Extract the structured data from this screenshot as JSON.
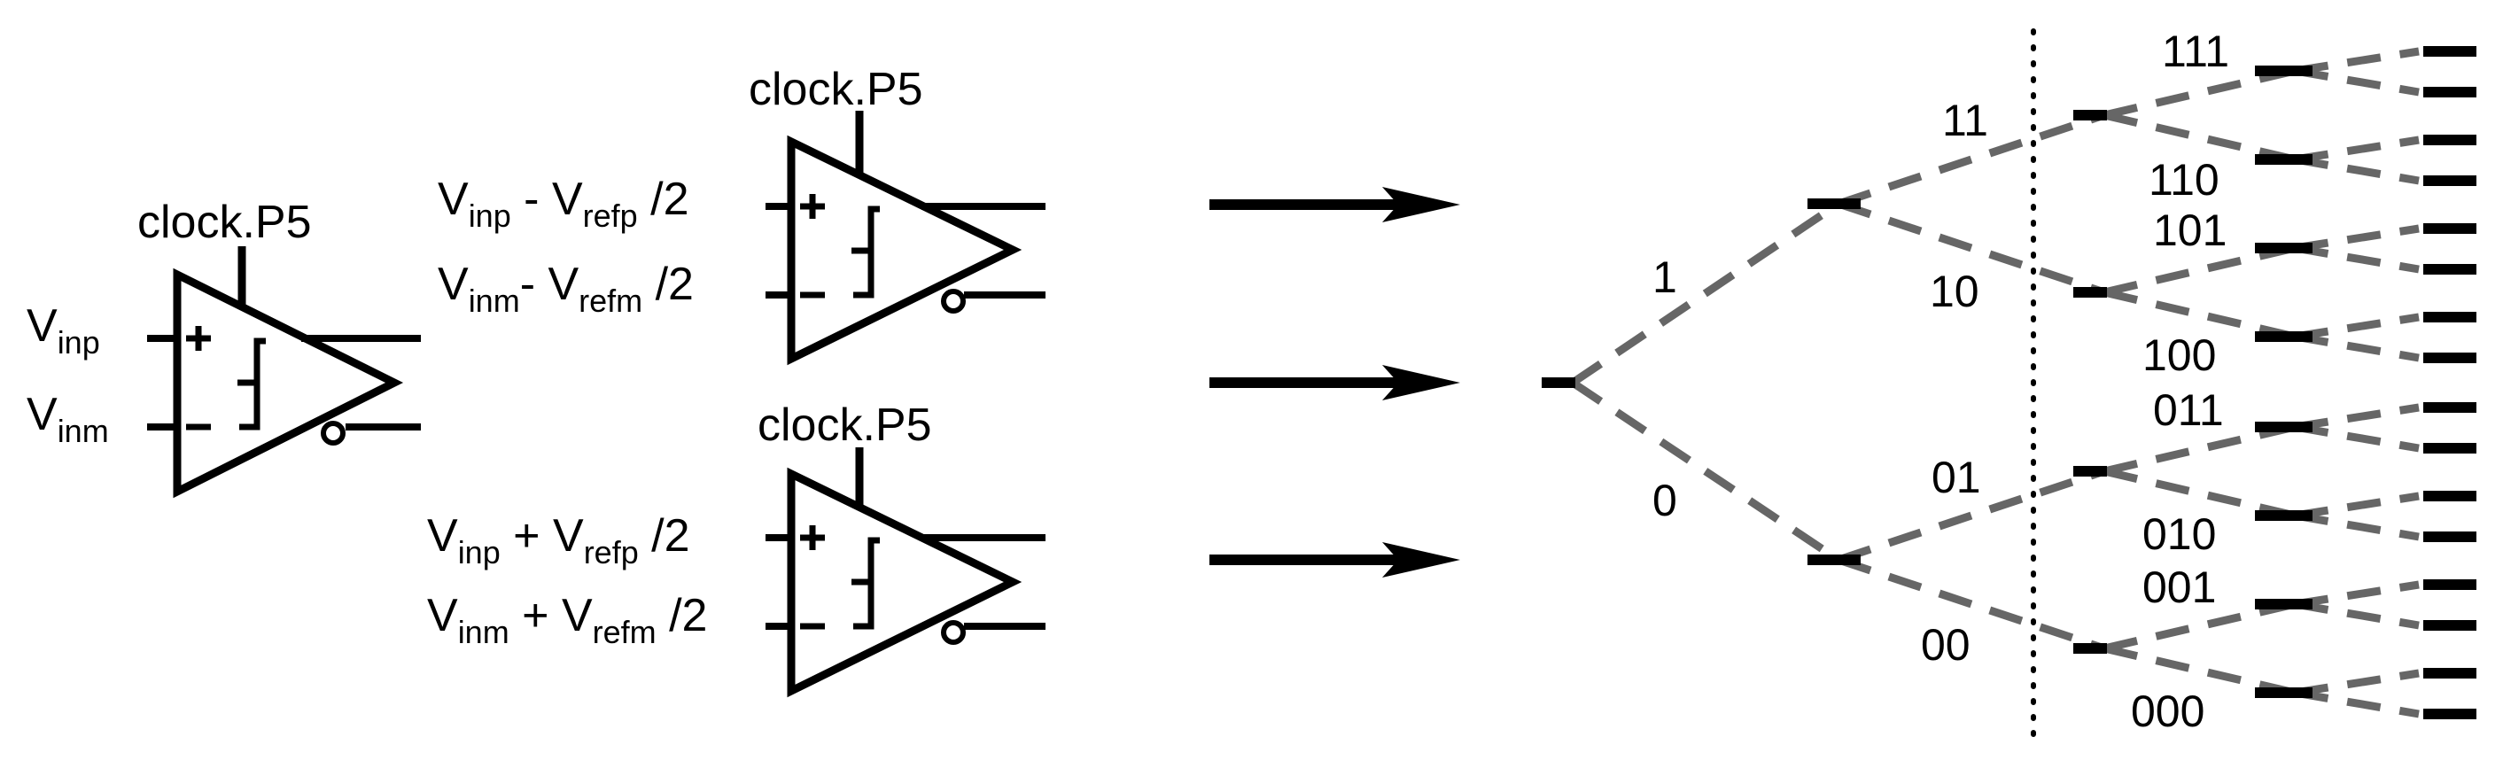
{
  "comparator_single": {
    "clock": "clock.P5",
    "input_pos": {
      "base": "V",
      "sub": "inp"
    },
    "input_neg": {
      "base": "V",
      "sub": "inm"
    }
  },
  "comparator_upper": {
    "clock": "clock.P5",
    "input_pos": {
      "base": "V",
      "sub": "inp",
      "mid": " - ",
      "base2": "V",
      "sub2": "refp",
      "tail": " /2"
    },
    "input_neg": {
      "base": "V",
      "sub": "inm",
      "mid": "- ",
      "base2": "V",
      "sub2": "refm",
      "tail": " /2"
    }
  },
  "comparator_lower": {
    "clock": "clock.P5",
    "input_pos": {
      "base": "V",
      "sub": "inp",
      "mid": " + ",
      "base2": "V",
      "sub2": "refp",
      "tail": " /2"
    },
    "input_neg": {
      "base": "V",
      "sub": "inm",
      "mid": " + ",
      "base2": "V",
      "sub2": "refm",
      "tail": " /2"
    }
  },
  "comparator_symbols": {
    "plus": "+",
    "minus": "−"
  },
  "tree": {
    "level1": [
      "1",
      "0"
    ],
    "level2": [
      "11",
      "10",
      "01",
      "00"
    ],
    "level3": [
      "111",
      "110",
      "101",
      "100",
      "011",
      "010",
      "001",
      "000"
    ]
  }
}
